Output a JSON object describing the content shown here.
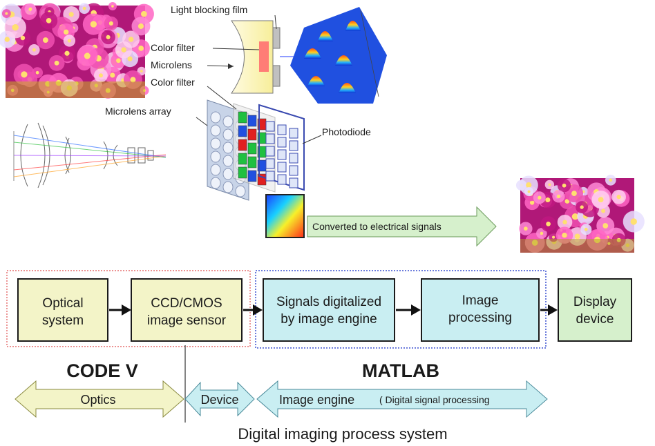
{
  "illustration": {
    "light_blocking_film": "Light blocking film",
    "color_filter_top": "Color filter",
    "microlens": "Microlens",
    "color_filter_bottom": "Color filter",
    "microlens_array": "Microlens array",
    "photodiode": "Photodiode",
    "converted_signals": "Converted to electrical signals"
  },
  "flow": {
    "blocks": [
      {
        "label_line1": "Optical",
        "label_line2": "system",
        "fill": "#f3f4c8"
      },
      {
        "label_line1": "CCD/CMOS",
        "label_line2": "image sensor",
        "fill": "#f3f4c8"
      },
      {
        "label_line1": "Signals digitalized",
        "label_line2": "by image engine",
        "fill": "#c9eef2"
      },
      {
        "label_line1": "Image",
        "label_line2": "processing",
        "fill": "#c9eef2"
      },
      {
        "label_line1": "Display",
        "label_line2": "device",
        "fill": "#d6f0cc"
      }
    ]
  },
  "tools": {
    "left": "CODE V",
    "right": "MATLAB"
  },
  "ranges": {
    "optics": "Optics",
    "device": "Device",
    "image_engine": "Image engine",
    "image_engine_detail": "( Digital signal processing"
  },
  "footer": {
    "caption": "Digital imaging process system"
  },
  "colors": {
    "sensor_group_border": "#e05050",
    "engine_group_border": "#3c50d0",
    "arrow_yellow": "#f3f4c8",
    "arrow_cyan": "#c9eef2",
    "arrow_green": "#d6f0cc"
  }
}
